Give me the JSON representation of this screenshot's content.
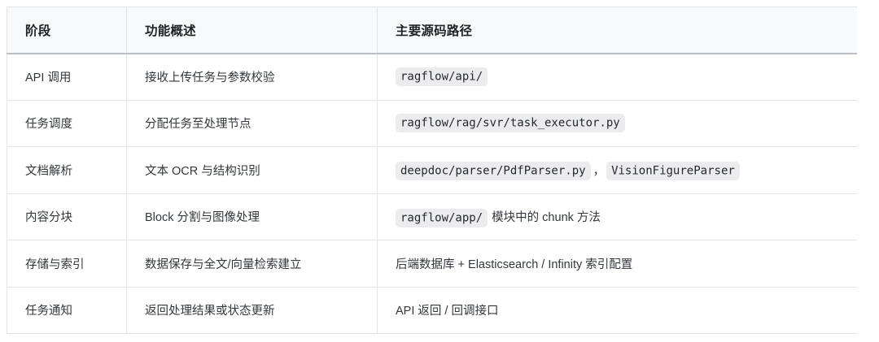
{
  "table": {
    "columns": [
      {
        "key": "stage",
        "label": "阶段"
      },
      {
        "key": "summary",
        "label": "功能概述"
      },
      {
        "key": "path",
        "label": "主要源码路径"
      }
    ],
    "rows": [
      {
        "stage": "API 调用",
        "summary": "接收上传任务与参数校验",
        "path": {
          "code": [
            "ragflow/api/"
          ],
          "separator": "",
          "trailing": ""
        }
      },
      {
        "stage": "任务调度",
        "summary": "分配任务至处理节点",
        "path": {
          "code": [
            "ragflow/rag/svr/task_executor.py"
          ],
          "separator": "",
          "trailing": ""
        }
      },
      {
        "stage": "文档解析",
        "summary": "文本 OCR 与结构识别",
        "path": {
          "code": [
            "deepdoc/parser/PdfParser.py",
            "VisionFigureParser"
          ],
          "separator": "，",
          "trailing": ""
        }
      },
      {
        "stage": "内容分块",
        "summary": "Block 分割与图像处理",
        "path": {
          "code": [
            "ragflow/app/"
          ],
          "separator": "",
          "trailing": "模块中的 chunk 方法"
        }
      },
      {
        "stage": "存储与索引",
        "summary": "数据保存与全文/向量检索建立",
        "path": {
          "code": [],
          "separator": "",
          "trailing": "后端数据库 + Elasticsearch / Infinity 索引配置"
        }
      },
      {
        "stage": "任务通知",
        "summary": "返回处理结果或状态更新",
        "path": {
          "code": [],
          "separator": "",
          "trailing": "API 返回 / 回调接口"
        }
      }
    ]
  },
  "colors": {
    "header_bg": "#f8f9fb",
    "header_text": "#1f2328",
    "body_text": "#33373d",
    "row_border": "#e3e4e8",
    "header_border": "#bcbec5",
    "code_chip_bg": "#ececef",
    "code_chip_text": "#24292f",
    "page_bg": "#ffffff"
  }
}
